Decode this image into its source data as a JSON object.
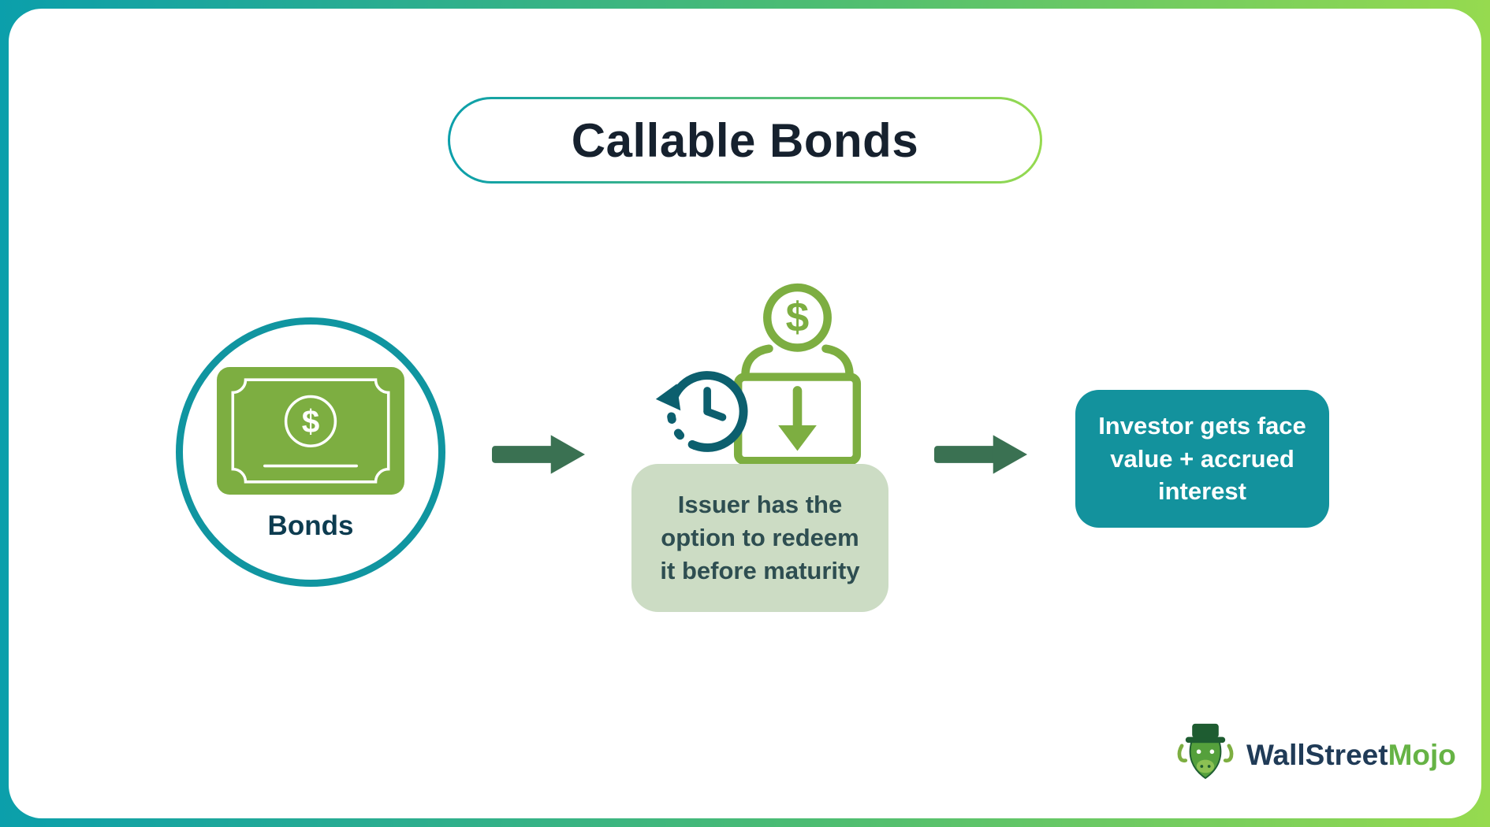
{
  "title": "Callable Bonds",
  "flow": {
    "bonds": {
      "label": "Bonds"
    },
    "issuer": {
      "text": "Issuer has the option to redeem it before maturity"
    },
    "investor": {
      "text": "Investor gets face value + accrued interest"
    }
  },
  "icons": {
    "currency_symbol": "$",
    "bonds_icon": "banknote-icon",
    "redeem_icon": "donation-box-icon",
    "time_icon": "clock-icon",
    "arrow_icon": "arrow-right-icon",
    "logo_icon": "bull-mascot-icon"
  },
  "logo": {
    "brand_primary": "WallStreet",
    "brand_accent": "Mojo"
  },
  "colors": {
    "teal": "#1095a0",
    "green": "#7dae41",
    "dark_green_arrow": "#3a7152",
    "sage_box": "#ccdcc4",
    "teal_box": "#13929d",
    "title_text": "#16212e",
    "bonds_label_text": "#0d3c50",
    "issuer_text": "#2e4e51",
    "logo_primary": "#203b57",
    "logo_accent": "#66b345",
    "gradient_start": "#0b9fab",
    "gradient_end": "#96da4f"
  }
}
